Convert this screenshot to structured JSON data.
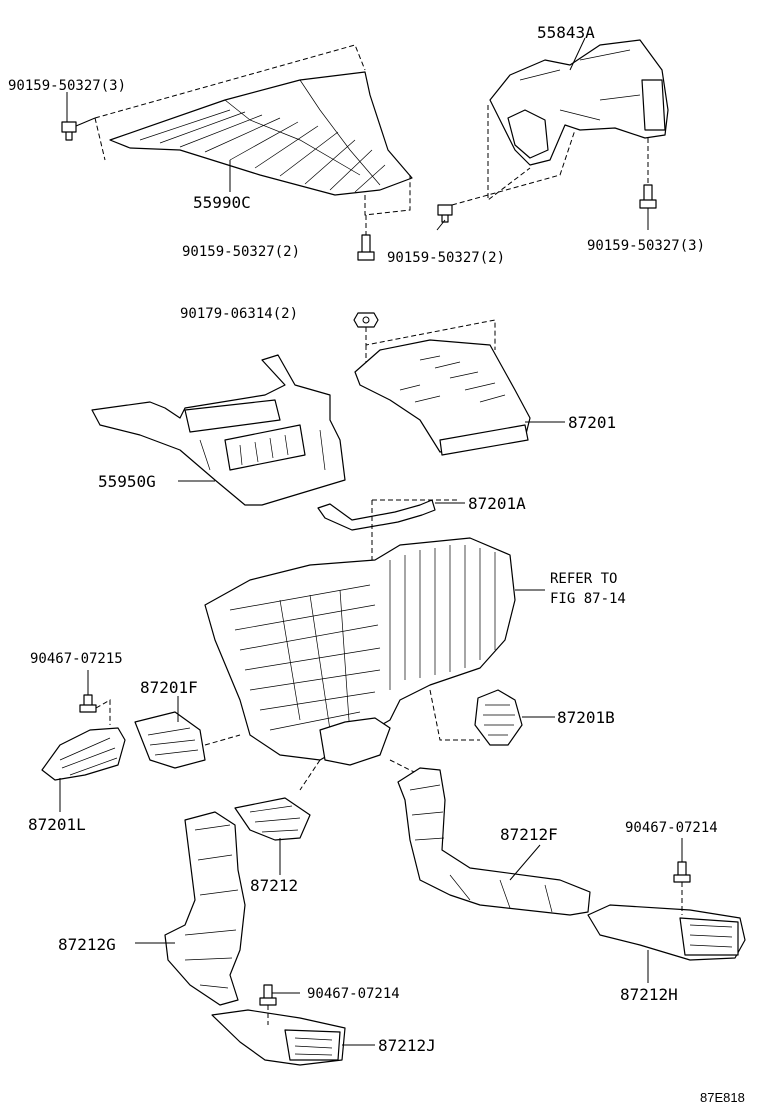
{
  "labels": {
    "p55843A": "55843A",
    "p55990C": "55990C",
    "p87201": "87201",
    "p55950G": "55950G",
    "p87201A": "87201A",
    "p87201F": "87201F",
    "p87201B": "87201B",
    "p87201L": "87201L",
    "p87212": "87212",
    "p87212F": "87212F",
    "p87212G": "87212G",
    "p87212H": "87212H",
    "p87212J": "87212J",
    "b90159_3_left": "90159-50327(3)",
    "b90159_2_mid": "90159-50327(2)",
    "b90159_2_right": "90159-50327(2)",
    "b90159_3_right": "90159-50327(3)",
    "n90179": "90179-06314(2)",
    "s90467_07215": "90467-07215",
    "s90467_07214_right": "90467-07214",
    "s90467_07214_bottom": "90467-07214",
    "refer_line1": "REFER TO",
    "refer_line2": "FIG 87-14",
    "figure_code": "87E818"
  }
}
